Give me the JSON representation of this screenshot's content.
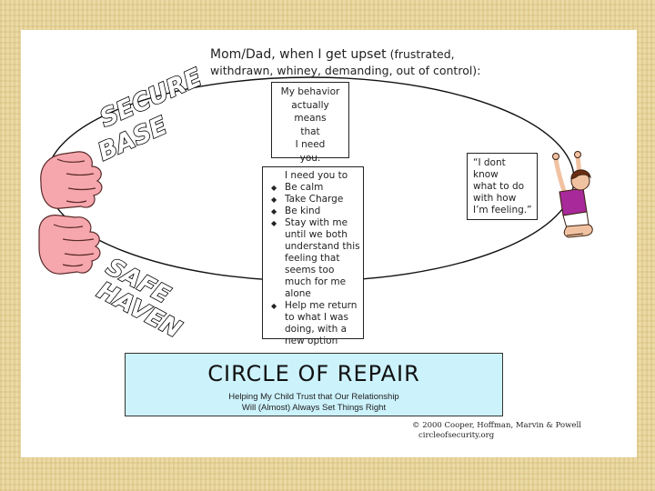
{
  "header": {
    "lead": "Mom/Dad, when I get upset",
    "rest_line1": " (frustrated,",
    "line2": "withdrawn, whiney, demanding, out of control):"
  },
  "behavior_box": {
    "lines": [
      "My behavior",
      "actually",
      "means",
      "that",
      "I need",
      "you."
    ]
  },
  "needs_box": {
    "intro": "I need you to",
    "items": [
      "Be calm",
      "Take Charge",
      "Be kind",
      "Stay with me until we both understand this feeling that seems too much for me alone",
      "Help me return to what I was doing, with a new option"
    ]
  },
  "child_quote": {
    "lines": [
      "“I dont",
      "know",
      "what to do",
      "with how",
      "I’m feeling.”"
    ]
  },
  "labels": {
    "secure_base": [
      "SECURE",
      "BASE"
    ],
    "safe_haven": [
      "SAFE",
      "HAVEN"
    ]
  },
  "title_box": {
    "title": "CIRCLE OF REPAIR",
    "subtitle_line1": "Helping My Child Trust that Our Relationship",
    "subtitle_line2": "Will (Almost) Always Set Things Right"
  },
  "copyright": {
    "line1": "© 2000   Cooper, Hoffman, Marvin & Powell",
    "line2": "circleofsecurity.org"
  },
  "colors": {
    "background": "#e9d69c",
    "hands": "#f6a7ad",
    "title_box": "#ccf2fc",
    "child_shirt": "#a8299a",
    "child_hair": "#6b2e12"
  }
}
